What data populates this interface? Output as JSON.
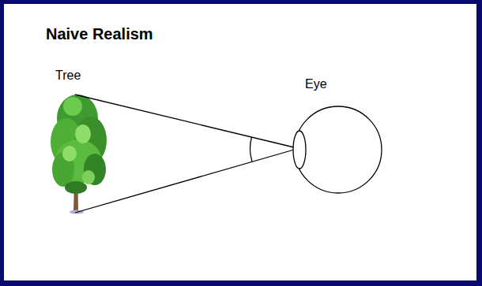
{
  "diagram": {
    "title": "Naive Realism",
    "labels": [
      "Tree",
      "Eye"
    ]
  }
}
